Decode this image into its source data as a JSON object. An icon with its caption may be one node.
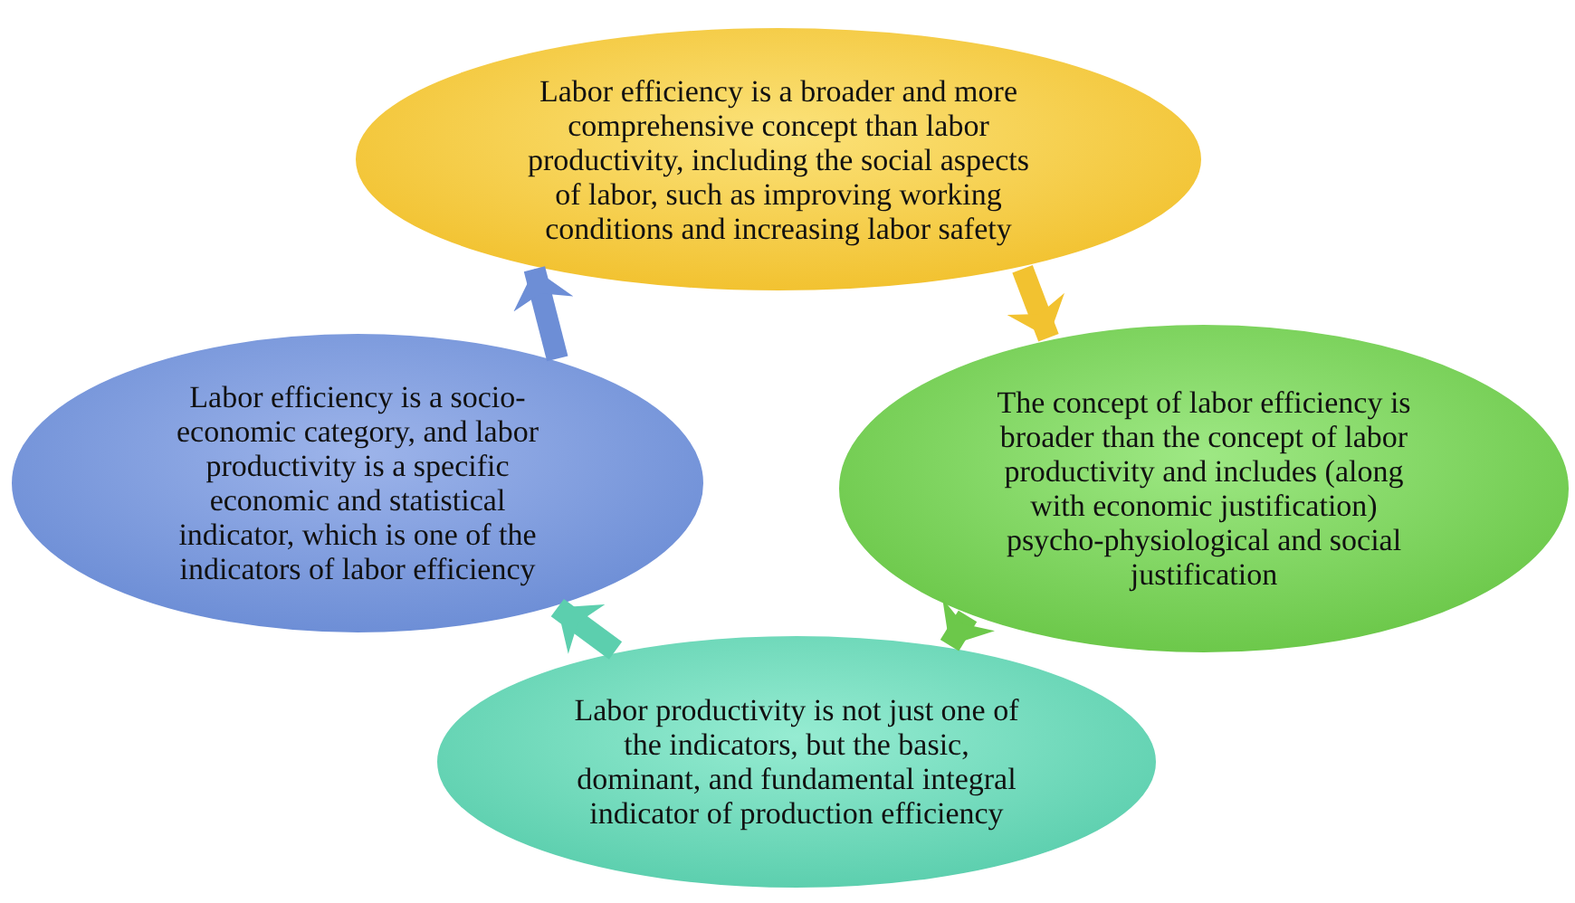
{
  "diagram": {
    "nodes": [
      {
        "text": [
          "Labor efficiency is a broader and more comprehensive concept than labor productivity, including the social aspects of labor, such as improving working conditions and increasing labor safety"
        ]
      },
      {
        "text": [
          "Labor efficiency is a socio-economic category, and labor productivity is a specific economic and statistical indicator, which is one of the indicators of labor efficiency"
        ]
      },
      {
        "text": [
          "The concept of labor efficiency is broader than the concept of labor productivity and includes (along with economic justification) psycho-physiological and social justification"
        ]
      },
      {
        "text": [
          "Labor productivity is not just one of the indicators, but the basic, dominant, and fundamental integral indicator of production efficiency"
        ]
      }
    ],
    "edges": [
      {
        "from": 0,
        "to": 2,
        "arrow": "to",
        "color": "#f2c230"
      },
      {
        "from": 2,
        "to": 3,
        "arrow": "to",
        "color": "#6cc84a"
      },
      {
        "from": 3,
        "to": 1,
        "arrow": "to",
        "color": "#5ccfae"
      },
      {
        "from": 1,
        "to": 0,
        "arrow": "to",
        "color": "#6d8ed6"
      }
    ]
  }
}
